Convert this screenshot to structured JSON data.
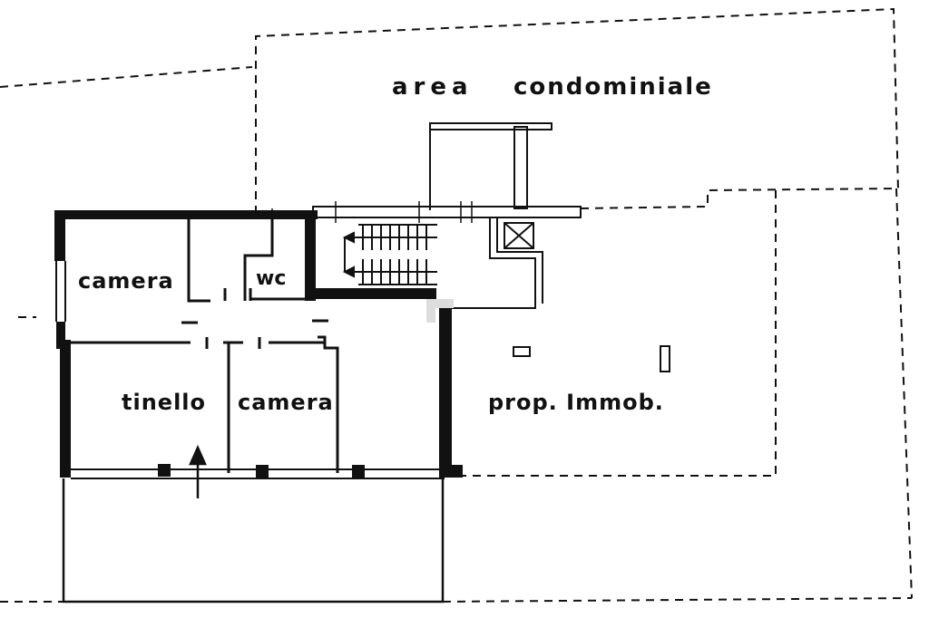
{
  "labels": {
    "area": "area",
    "condominiale": "condominiale",
    "camera_top": "camera",
    "wc": "wc",
    "tinello": "tinello",
    "camera_bottom": "camera",
    "prop_immob": "prop. Immob."
  },
  "colors": {
    "ink": "#111111",
    "background": "#ffffff",
    "watermark": "#dddddd"
  }
}
